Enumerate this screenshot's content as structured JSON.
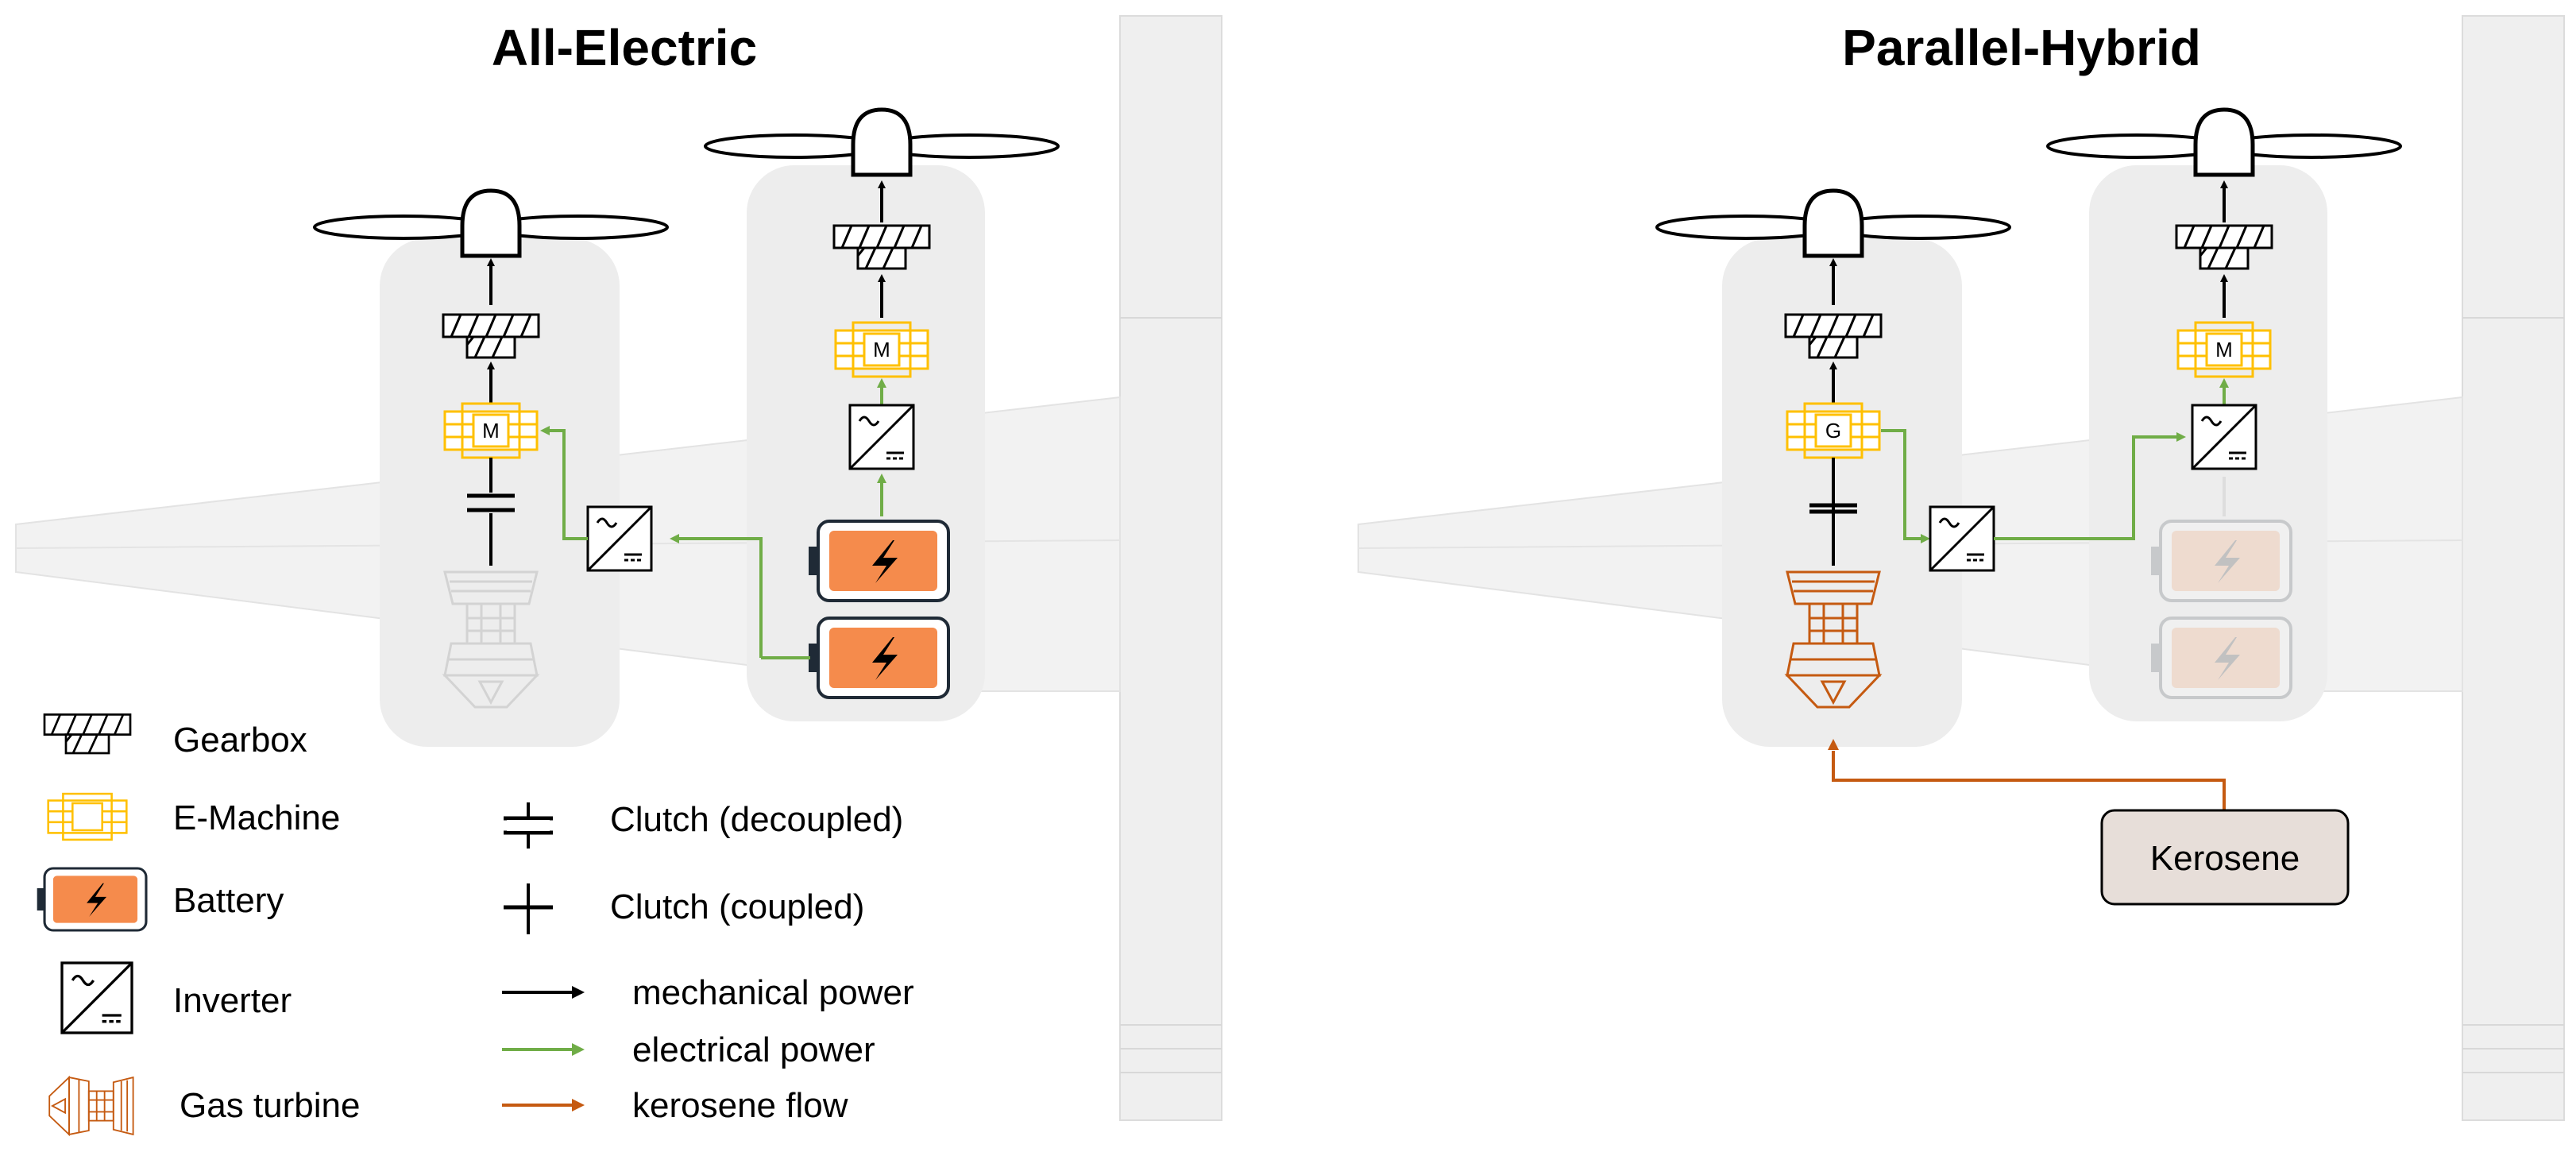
{
  "panels": [
    {
      "title": "All-Electric",
      "motor_label": "M",
      "motor_label_2": "M"
    },
    {
      "title": "Parallel-Hybrid",
      "motor_label": "G",
      "motor_label_2": "M",
      "fuel_label": "Kerosene"
    }
  ],
  "legend": {
    "components": [
      {
        "label": "Gearbox",
        "icon": "gearbox-icon"
      },
      {
        "label": "E-Machine",
        "icon": "e-machine-icon"
      },
      {
        "label": "Battery",
        "icon": "battery-icon"
      },
      {
        "label": "Inverter",
        "icon": "inverter-icon"
      },
      {
        "label": "Gas turbine",
        "icon": "gas-turbine-icon"
      }
    ],
    "clutches": [
      {
        "label": "Clutch (decoupled)",
        "icon": "clutch-decoupled-icon"
      },
      {
        "label": "Clutch (coupled)",
        "icon": "clutch-coupled-icon"
      }
    ],
    "flows": [
      {
        "label": "mechanical power",
        "color": "#000000"
      },
      {
        "label": "electrical power",
        "color": "#70AD47"
      },
      {
        "label": "kerosene flow",
        "color": "#C55A11"
      }
    ]
  },
  "colors": {
    "mechanical": "#000000",
    "electrical": "#70AD47",
    "kerosene": "#C55A11",
    "emachine": "#FFC000",
    "battery": "#F58B4C",
    "nacelle": "#EDEDED",
    "fuel_box": "#E7DED9"
  }
}
